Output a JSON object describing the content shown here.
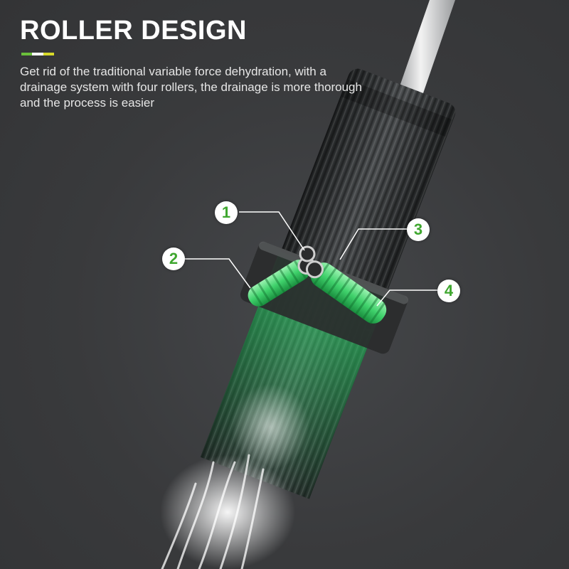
{
  "headline": "ROLLER DESIGN",
  "description": "Get rid of the traditional variable force dehydration, with a drainage system with four rollers, the drainage is more thorough and the process is easier",
  "callouts": [
    "1",
    "2",
    "3",
    "4"
  ],
  "colors": {
    "background": "#3a3b3c",
    "accent_green": "#6abf3b",
    "accent_white": "#ffffff",
    "accent_yellow": "#d7d92a",
    "roller_green": "#3fd16b",
    "callout_text": "#3fa72f"
  },
  "illustration": "sponge-mop-roller-icon"
}
